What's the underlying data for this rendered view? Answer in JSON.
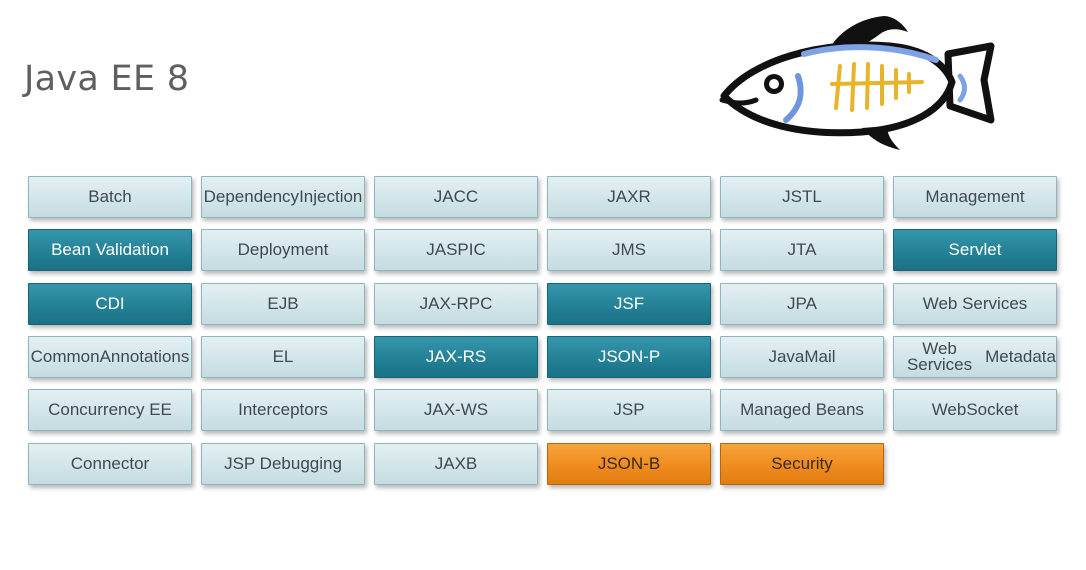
{
  "slide": {
    "title": "Java EE 8",
    "logo_icon": "glassfish-fish-icon"
  },
  "colors": {
    "plain_tile": "#d2e5e9",
    "highlight_tile": "#227f94",
    "new_tile": "#ee8a1c",
    "title_text": "#5f5f5f"
  },
  "tiles": [
    {
      "label": "Batch",
      "style": "plain"
    },
    {
      "label": "Dependency\nInjection",
      "style": "plain"
    },
    {
      "label": "JACC",
      "style": "plain"
    },
    {
      "label": "JAXR",
      "style": "plain"
    },
    {
      "label": "JSTL",
      "style": "plain"
    },
    {
      "label": "Management",
      "style": "plain"
    },
    {
      "label": "Bean Validation",
      "style": "highlight"
    },
    {
      "label": "Deployment",
      "style": "plain"
    },
    {
      "label": "JASPIC",
      "style": "plain"
    },
    {
      "label": "JMS",
      "style": "plain"
    },
    {
      "label": "JTA",
      "style": "plain"
    },
    {
      "label": "Servlet",
      "style": "highlight"
    },
    {
      "label": "CDI",
      "style": "highlight"
    },
    {
      "label": "EJB",
      "style": "plain"
    },
    {
      "label": "JAX-RPC",
      "style": "plain"
    },
    {
      "label": "JSF",
      "style": "highlight"
    },
    {
      "label": "JPA",
      "style": "plain"
    },
    {
      "label": "Web Services",
      "style": "plain"
    },
    {
      "label": "Common\nAnnotations",
      "style": "plain"
    },
    {
      "label": "EL",
      "style": "plain"
    },
    {
      "label": "JAX-RS",
      "style": "highlight"
    },
    {
      "label": "JSON-P",
      "style": "highlight"
    },
    {
      "label": "JavaMail",
      "style": "plain"
    },
    {
      "label": "Web Services\nMetadata",
      "style": "plain"
    },
    {
      "label": "Concurrency EE",
      "style": "plain"
    },
    {
      "label": "Interceptors",
      "style": "plain"
    },
    {
      "label": "JAX-WS",
      "style": "plain"
    },
    {
      "label": "JSP",
      "style": "plain"
    },
    {
      "label": "Managed Beans",
      "style": "plain"
    },
    {
      "label": "WebSocket",
      "style": "plain"
    },
    {
      "label": "Connector",
      "style": "plain"
    },
    {
      "label": "JSP Debugging",
      "style": "plain"
    },
    {
      "label": "JAXB",
      "style": "plain"
    },
    {
      "label": "JSON-B",
      "style": "new"
    },
    {
      "label": "Security",
      "style": "new"
    }
  ]
}
